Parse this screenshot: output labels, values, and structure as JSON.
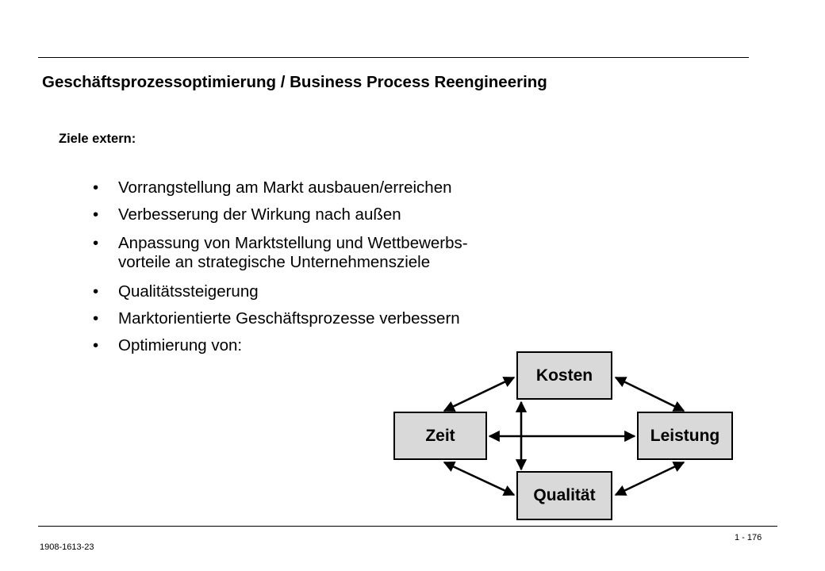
{
  "slide": {
    "title": "Geschäftsprozessoptimierung / Business Process Reengineering",
    "subtitle": "Ziele extern:",
    "bullet_symbol": "•",
    "bullets": [
      "Vorrangstellung am Markt ausbauen/erreichen",
      "Verbesserung der Wirkung nach außen",
      "Anpassung von Marktstellung und Wettbewerbs-\nvorteile an strategische Unternehmensziele",
      "Qualitätssteigerung",
      "Marktorientierte Geschäftsprozesse verbessern",
      "Optimierung von:"
    ]
  },
  "diagram": {
    "box_fill": "#d9d9d9",
    "nodes": {
      "top": "Kosten",
      "left": "Zeit",
      "right": "Leistung",
      "bottom": "Qualität"
    },
    "connections": [
      [
        "Kosten",
        "Zeit"
      ],
      [
        "Kosten",
        "Leistung"
      ],
      [
        "Zeit",
        "Qualität"
      ],
      [
        "Leistung",
        "Qualität"
      ],
      [
        "Zeit",
        "Leistung"
      ],
      [
        "Kosten",
        "Qualität"
      ]
    ]
  },
  "footer": {
    "document_id": "1908-1613-23",
    "page_number": "1 - 176"
  }
}
